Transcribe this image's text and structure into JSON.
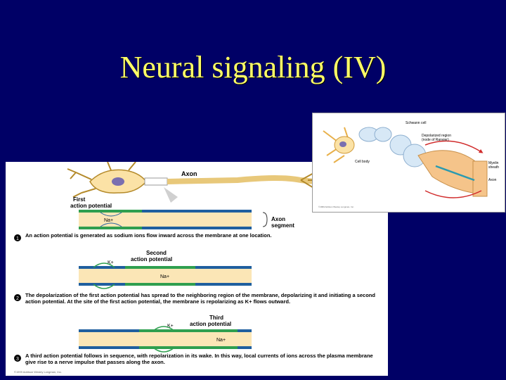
{
  "slide": {
    "title": "Neural signaling (IV)"
  },
  "main_figure": {
    "axon_label": "Axon",
    "first_ap": "First\naction potential",
    "axon_segment": "Axon\nsegment",
    "na": "Na+",
    "k": "K+",
    "second_ap": "Second\naction potential",
    "third_ap": "Third\naction potential",
    "step1": {
      "num": "1",
      "text": "An action potential is generated as sodium ions flow inward across the membrane at one location."
    },
    "step2": {
      "num": "2",
      "text": "The depolarization of the first action potential has spread to the neighboring region of the membrane, depolarizing it and initiating a second action potential. At the site of the first action potential, the membrane is repolarizing as K+ flows outward."
    },
    "step3": {
      "num": "3",
      "text": "A third action potential follows in sequence, with repolarization in its wake. In this way, local currents of ions across the plasma membrane give rise to a nerve impulse that passes along the axon."
    },
    "copyright": "©1999 Addison Wesley Longman, Inc."
  },
  "myelin_figure": {
    "schwann_cell": "Schwann cell",
    "depolarized_region": "Depolarized region\n(node of Ranvier)",
    "cell_body": "Cell body",
    "myelin_sheath": "Myelin\nsheath",
    "axon": "Axon",
    "copyright": "©1999 Addison Wesley Longman, Inc."
  },
  "colors": {
    "background": "#000066",
    "title": "#ffff66",
    "axon_fill": "#fbe6b6",
    "membrane": "#1f5f9f",
    "depolarized": "#2f9f4f",
    "arrow_red": "#d12c2c"
  }
}
